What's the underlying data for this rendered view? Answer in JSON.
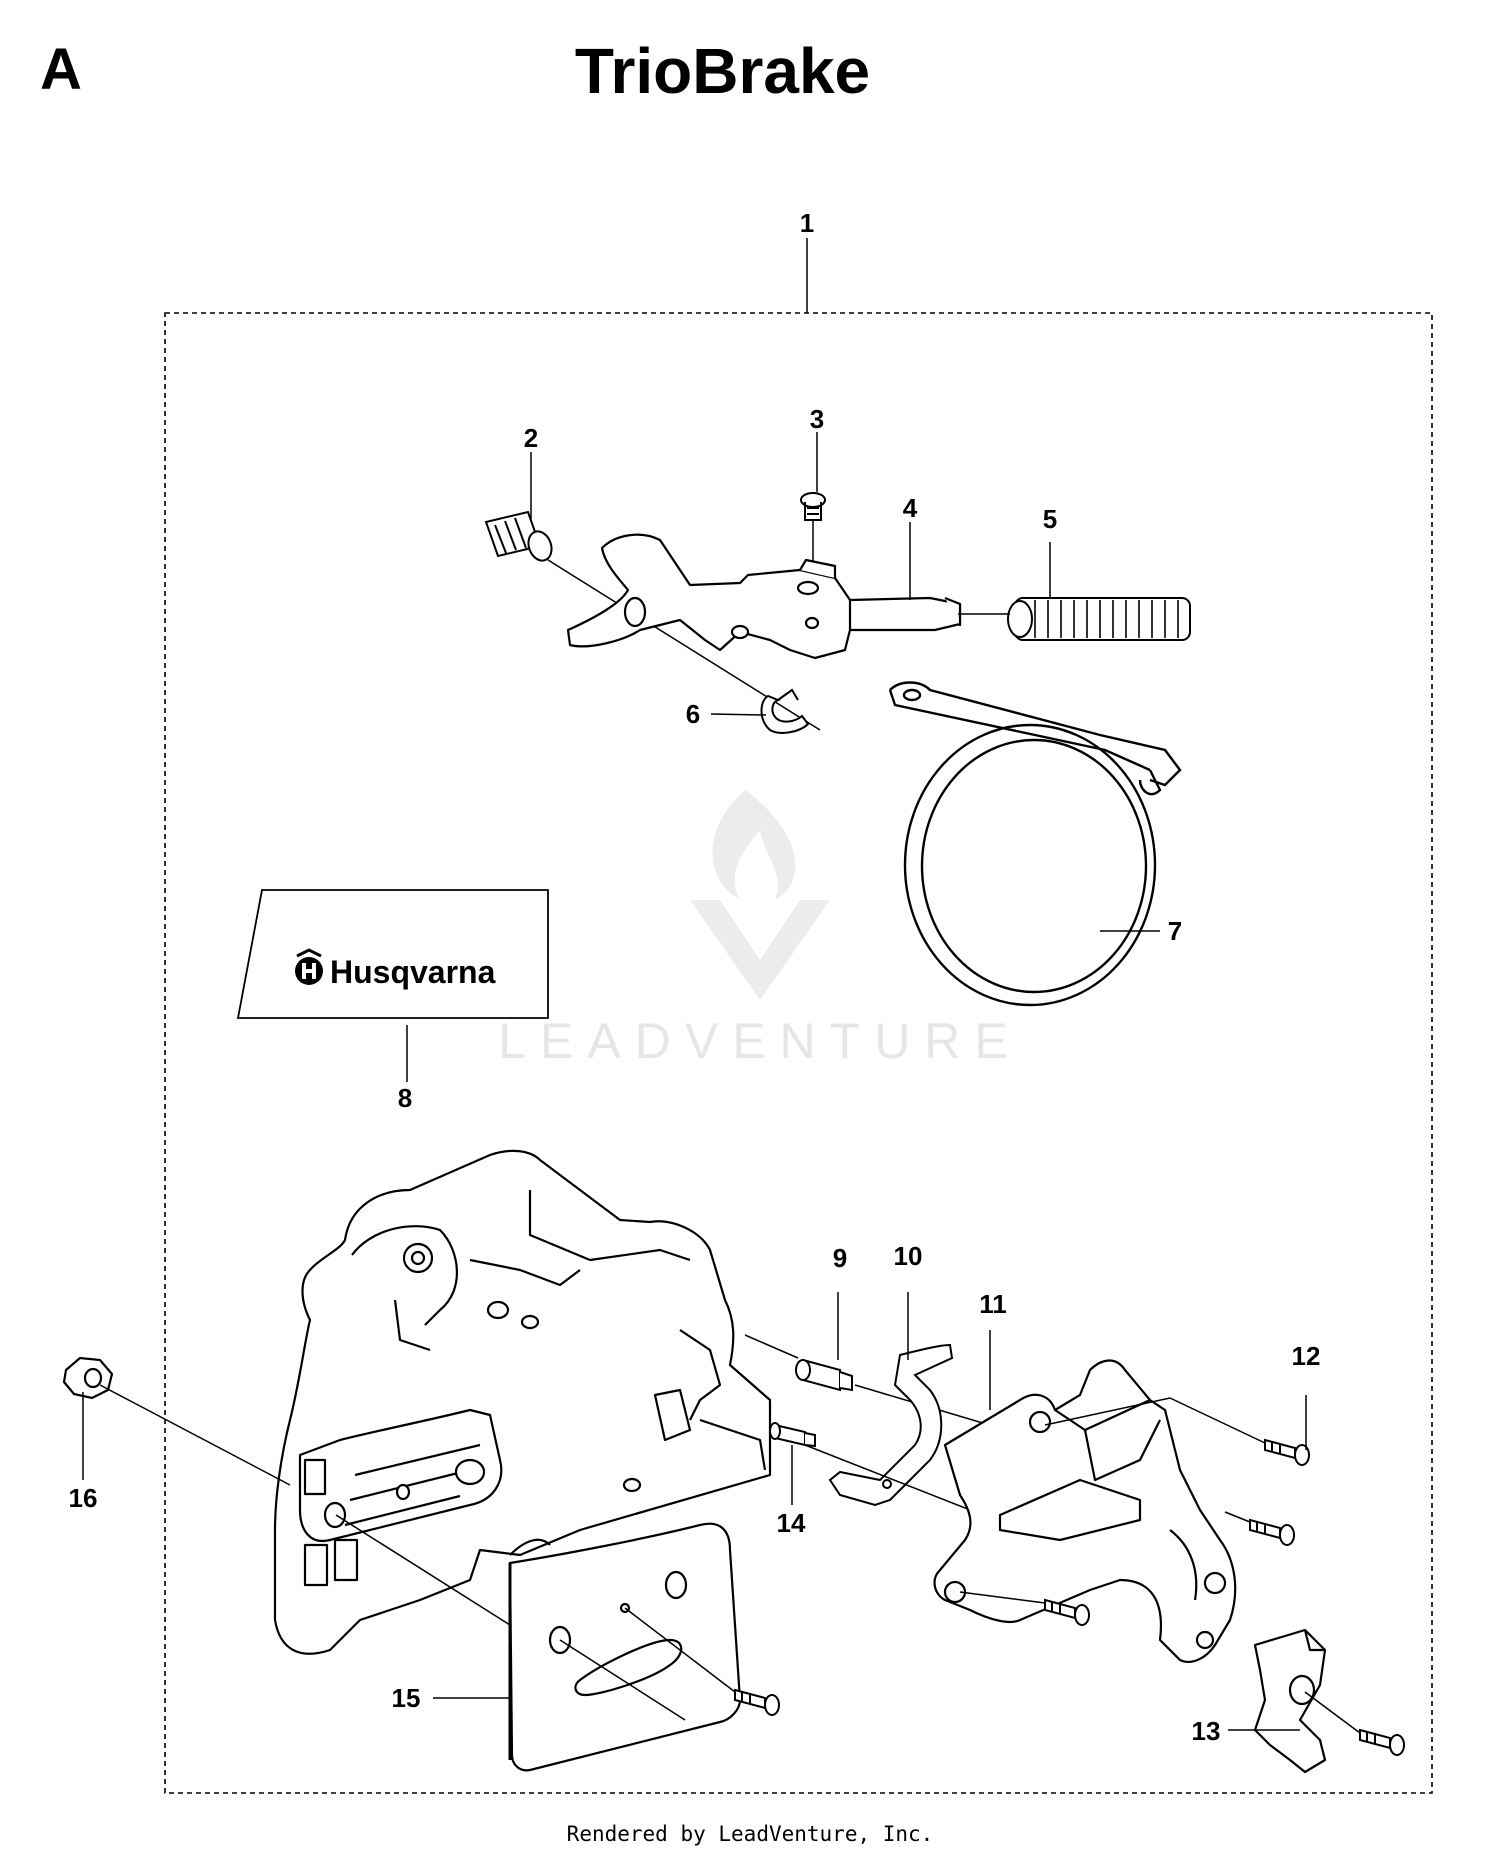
{
  "header": {
    "section_letter": "A",
    "title": "TrioBrake"
  },
  "callouts": {
    "c1": "1",
    "c2": "2",
    "c3": "3",
    "c4": "4",
    "c5": "5",
    "c6": "6",
    "c7": "7",
    "c8": "8",
    "c9": "9",
    "c10": "10",
    "c11": "11",
    "c12": "12",
    "c13": "13",
    "c14": "14",
    "c15": "15",
    "c16": "16"
  },
  "decal": {
    "brand_text": "Husqvarna"
  },
  "watermark": {
    "text": "LEADVENTURE"
  },
  "footer": {
    "text": "Rendered by LeadVenture, Inc."
  }
}
